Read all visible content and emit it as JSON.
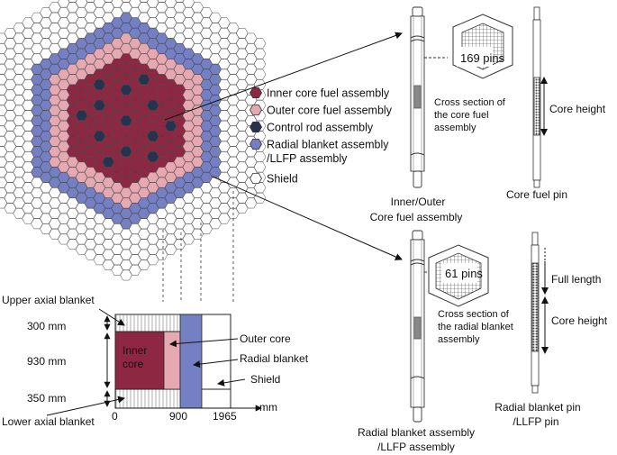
{
  "colors": {
    "inner_core": "#8e2742",
    "outer_core": "#e6a9b2",
    "control_rod": "#27324f",
    "radial_blanket": "#7480c3",
    "shield": "#ffffff",
    "outline": "#222222"
  },
  "legend": {
    "items": [
      {
        "key": "inner_core",
        "label": "Inner core fuel assembly"
      },
      {
        "key": "outer_core",
        "label": "Outer core fuel assembly"
      },
      {
        "key": "control_rod",
        "label": "Control rod assembly"
      },
      {
        "key": "radial_blanket",
        "label": "Radial blanket assembly",
        "label2": "/LLFP assembly"
      },
      {
        "key": "shield",
        "label": "Shield"
      }
    ]
  },
  "core_fuel": {
    "pins": "169 pins",
    "cross_section": [
      "Cross section of",
      "the core fuel",
      "assembly"
    ],
    "assembly_label": [
      "Inner/Outer",
      "Core fuel assembly"
    ],
    "core_height": "Core height",
    "pin_label": "Core fuel pin"
  },
  "radial_blanket": {
    "pins": "61 pins",
    "cross_section": [
      "Cross section of",
      "the radial blanket",
      "assembly"
    ],
    "assembly_label": [
      "Radial blanket assembly",
      "/LLFP assembly"
    ],
    "full_length": "Full length",
    "core_height": "Core height",
    "pin_label": [
      "Radial blanket pin",
      "/LLFP pin"
    ]
  },
  "axial": {
    "upper_blanket": "Upper axial blanket",
    "lower_blanket": "Lower axial blanket",
    "dim_top": "300 mm",
    "dim_mid": "930 mm",
    "dim_bottom": "350 mm",
    "inner_core": [
      "Inner",
      "core"
    ],
    "outer_core": "Outer core",
    "radial_blanket": "Radial blanket",
    "shield": "Shield",
    "axis_unit": "mm",
    "ticks": [
      "0",
      "900",
      "1965"
    ]
  }
}
